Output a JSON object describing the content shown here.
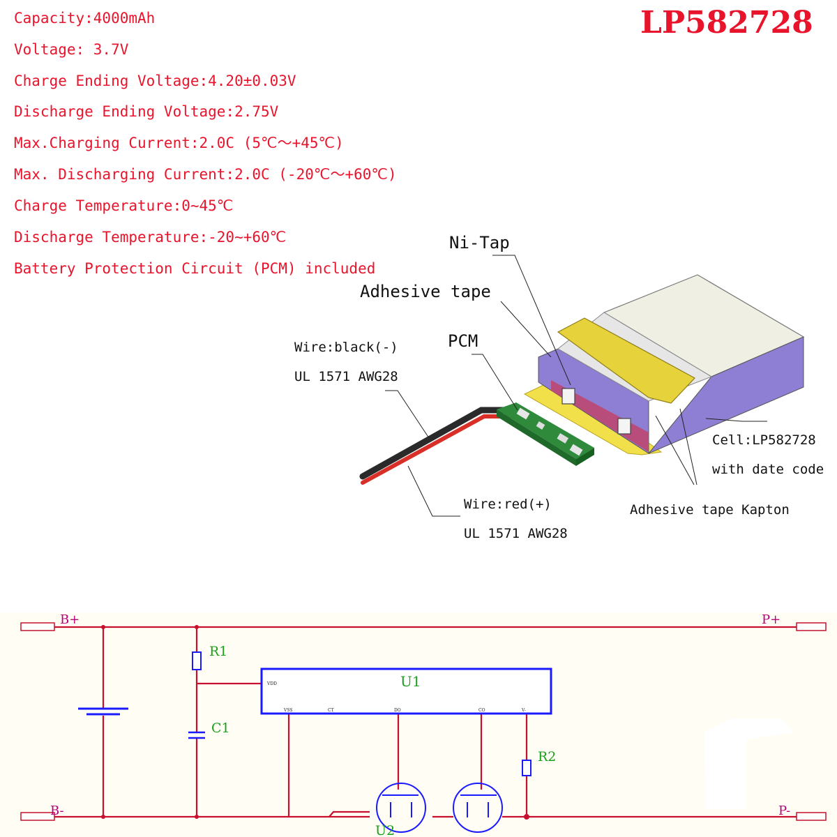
{
  "title": "LP582728",
  "specs": [
    "Capacity:4000mAh",
    "Voltage: 3.7V",
    "Charge Ending Voltage:4.20±0.03V",
    "Discharge Ending Voltage:2.75V",
    "Max.Charging Current:2.0C (5℃～+45℃)",
    "Max. Discharging Current:2.0C (-20℃～+60℃)",
    "Charge Temperature:0~45℃",
    "Discharge Temperature:-20~+60℃",
    "Battery Protection Circuit (PCM) included"
  ],
  "diagram": {
    "ni_tap": "Ni-Tap",
    "adhesive_tape": "Adhesive tape",
    "pcm": "PCM",
    "wire_black": "Wire:black(-)",
    "wire_black_spec": "UL 1571 AWG28",
    "wire_red": "Wire:red(+)",
    "wire_red_spec": "UL 1571 AWG28",
    "cell": "Cell:LP582728",
    "cell_note": "with date code",
    "kapton": "Adhesive tape Kapton"
  },
  "schematic": {
    "b_plus": "B+",
    "b_minus": "B-",
    "p_plus": "P+",
    "p_minus": "P-",
    "r1": "R1",
    "c1": "C1",
    "r2": "R2",
    "u1": "U1",
    "u2": "U2",
    "pins": [
      "VDD",
      "VSS",
      "CT",
      "DO",
      "CO",
      "V-"
    ],
    "colors": {
      "wire": "#c8102e",
      "ic": "#1a1aff",
      "label": "#b8007a",
      "green": "#18a018"
    }
  }
}
